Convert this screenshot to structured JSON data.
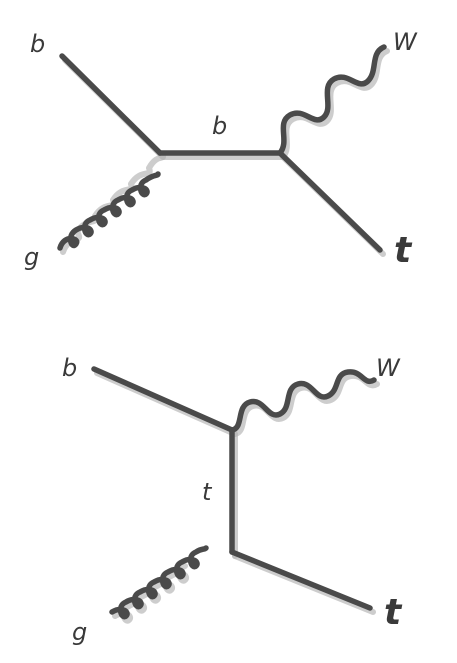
{
  "diagram_1": {
    "labels": {
      "b_in": "b",
      "g_in": "g",
      "b_prop": "b",
      "w_out": "W",
      "t_out": "t"
    }
  },
  "diagram_2": {
    "labels": {
      "b_in": "b",
      "g_in": "g",
      "t_prop": "t",
      "w_out": "W",
      "t_out": "t"
    }
  },
  "colors": {
    "line": "#4a4a4a",
    "shadow": "#b8b8b8",
    "text": "#3a3a3a"
  }
}
